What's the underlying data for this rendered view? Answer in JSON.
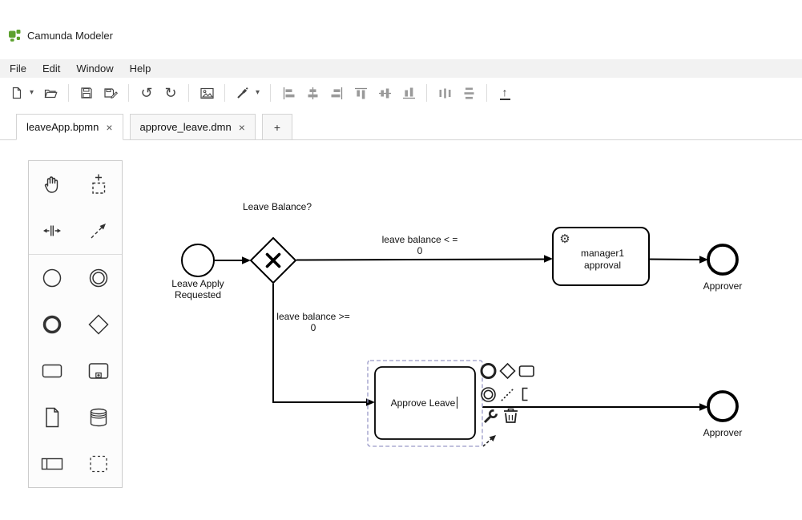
{
  "window": {
    "title": "Camunda Modeler"
  },
  "menu": {
    "items": [
      {
        "label": "File"
      },
      {
        "label": "Edit"
      },
      {
        "label": "Window"
      },
      {
        "label": "Help"
      }
    ]
  },
  "icons": {
    "caret_down": "▾",
    "undo": "↺",
    "redo": "↻",
    "deploy": "↑",
    "close": "×",
    "gear": "⚙"
  },
  "tabs": {
    "items": [
      {
        "label": "leaveApp.bpmn"
      },
      {
        "label": "approve_leave.dmn"
      }
    ],
    "new_tab": "+"
  },
  "diagram": {
    "start_event": {
      "line1": "Leave Apply",
      "line2": "Requested"
    },
    "gateway": {
      "label": "Leave Balance?"
    },
    "flow_top": {
      "line1": "leave balance < =",
      "line2": "0"
    },
    "flow_bottom": {
      "line1": "leave balance >=",
      "line2": "0"
    },
    "service_task": {
      "line1": "manager1",
      "line2": "approval"
    },
    "user_task": {
      "label": "Approve Leave"
    },
    "end_event_top": {
      "label": "Approver"
    },
    "end_event_bottom": {
      "label": "Approver"
    }
  }
}
